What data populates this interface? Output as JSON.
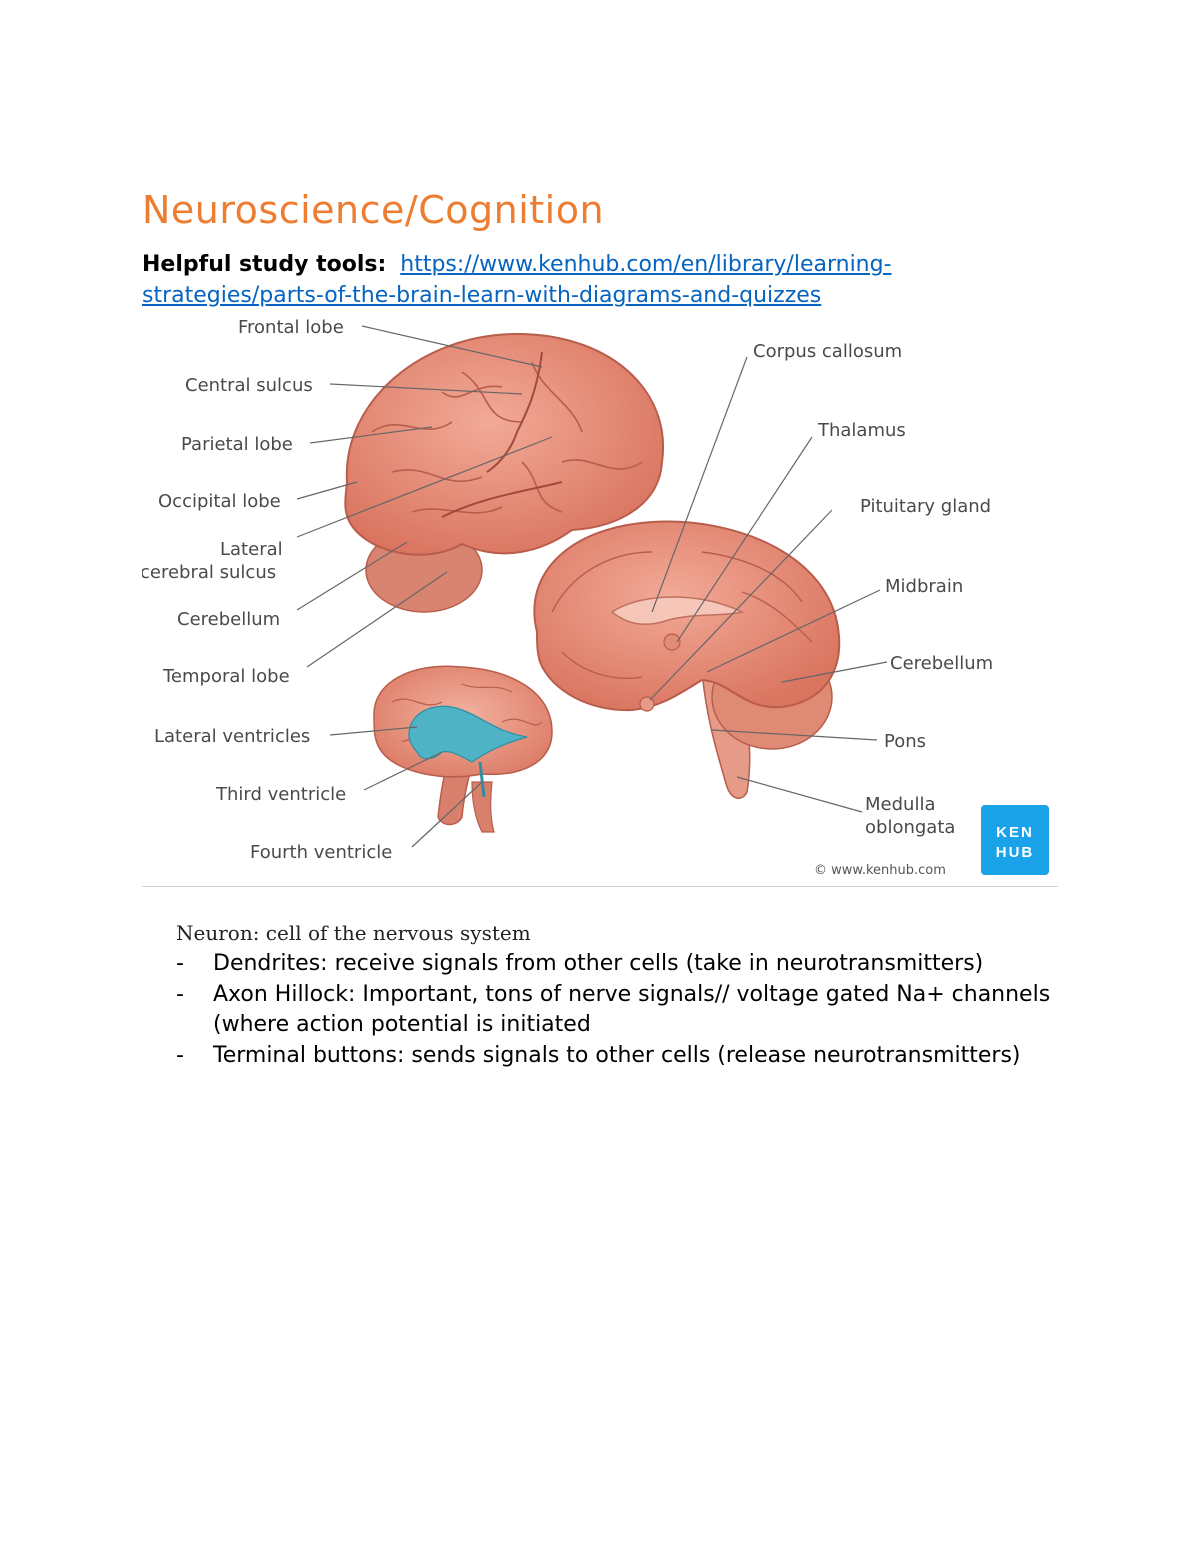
{
  "title": "Neuroscience/Cognition",
  "tools": {
    "label": "Helpful study tools:",
    "url": "https://www.kenhub.com/en/library/learning-strategies/parts-of-the-brain-learn-with-diagrams-and-quizzes",
    "url_line1": "https://www.kenhub.com/en/library/learning-",
    "url_line2": "strategies/parts-of-the-brain-learn-with-diagrams-and-quizzes"
  },
  "figure": {
    "labels": {
      "frontal_lobe": "Frontal lobe",
      "central_sulcus": "Central sulcus",
      "parietal_lobe": "Parietal lobe",
      "occipital_lobe": "Occipital lobe",
      "lateral_sulcus_1": "Lateral",
      "lateral_sulcus_2": "cerebral sulcus",
      "cerebellum_left": "Cerebellum",
      "temporal_lobe": "Temporal lobe",
      "lateral_ventricles": "Lateral ventricles",
      "third_ventricle": "Third ventricle",
      "fourth_ventricle": "Fourth ventricle",
      "corpus_callosum": "Corpus callosum",
      "thalamus": "Thalamus",
      "pituitary_gland": "Pituitary gland",
      "midbrain": "Midbrain",
      "cerebellum_right": "Cerebellum",
      "pons": "Pons",
      "medulla_1": "Medulla",
      "medulla_2": "oblongata"
    },
    "logo_line1": "KEN",
    "logo_line2": "HUB",
    "copyright": "© www.kenhub.com",
    "colors": {
      "brain": "#e8917d",
      "brain_dark": "#c8624f",
      "ventricle": "#4fb3c6",
      "logo_bg": "#1aa3e8"
    }
  },
  "notes": {
    "neuron": "Neuron: cell of the nervous system",
    "bullets": [
      "Dendrites: receive signals from other cells (take in neurotransmitters)",
      "Axon Hillock: Important, tons of nerve signals// voltage gated Na+ channels (where action potential is initiated",
      "Terminal buttons: sends signals to other cells (release neurotransmitters)"
    ]
  }
}
